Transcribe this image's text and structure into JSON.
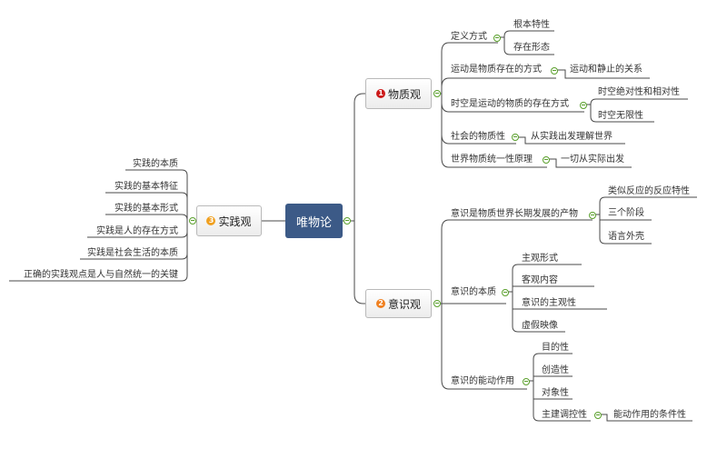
{
  "colors": {
    "root_bg": "#3c5a87",
    "line": "#4a4a4a",
    "toggle": "#5aa02c",
    "badge_1": "#cc1a1a",
    "badge_2": "#f08020",
    "badge_3": "#f0a020"
  },
  "root": {
    "label": "唯物论"
  },
  "matter": {
    "badge": "1",
    "label": "物质观",
    "definition": {
      "label": "定义方式",
      "children": [
        "根本特性",
        "存在形态"
      ]
    },
    "motion": {
      "label": "运动是物质存在的方式",
      "child": "运动和静止的关系"
    },
    "spacetime": {
      "label": "时空是运动的物质的存在方式",
      "children": [
        "时空绝对性和相对性",
        "时空无限性"
      ]
    },
    "social": {
      "label": "社会的物质性",
      "child": "从实践出发理解世界"
    },
    "unity": {
      "label": "世界物质统一性原理",
      "child": "一切从实际出发"
    }
  },
  "consciousness": {
    "badge": "2",
    "label": "意识观",
    "product": {
      "label": "意识是物质世界长期发展的产物",
      "children": [
        "类似反应的反应特性",
        "三个阶段",
        "语言外壳"
      ]
    },
    "essence": {
      "label": "意识的本质",
      "children": [
        "主观形式",
        "客观内容",
        "意识的主观性",
        "虚假映像"
      ]
    },
    "agency": {
      "label": "意识的能动作用",
      "children": [
        "目的性",
        "创造性",
        "对象性"
      ],
      "control": {
        "label": "主建调控性",
        "child": "能动作用的条件性"
      }
    }
  },
  "practice": {
    "badge": "3",
    "label": "实践观",
    "children": [
      "实践的本质",
      "实践的基本特征",
      "实践的基本形式",
      "实践是人的存在方式",
      "实践是社会生活的本质",
      "正确的实践观点是人与自然统一的关键"
    ]
  }
}
